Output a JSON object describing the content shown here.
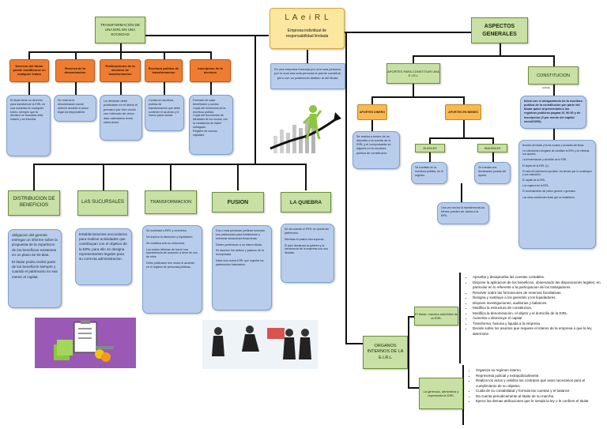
{
  "header": {
    "title": "L A e i R L",
    "subtitle": "Empresa individual de responsabilidad limitada",
    "definition": "Es una empresa formada por una sola persona, por lo cual una sola persona la puede constituir, pero con un patrimonio distinto al del titular."
  },
  "transformacion_top": {
    "title": "TRANSFORMACION DE UNA EIRL EN UNA SOCIEDAD",
    "items": [
      {
        "label": "Derecho del titular puede modificarse en cualquier tramo",
        "text": "El titular tiene un derecho para transformar la EIRL en una sociedad en cualquier tramo, siempre que la decision se formalice ante notario y se inscriba."
      },
      {
        "label": "Reserva de la denominacion",
        "text": "Se reserva la denominacion social anterior durante el plazo legal correspondiente."
      },
      {
        "label": "Publicaciones de la decision de transformacion",
        "text": "La decision debe publicarse en el diario el peruano por tres veces con intervalo de cinco dias calendario entre cada aviso."
      },
      {
        "label": "Escritura publica de transformacion",
        "text": "Consta en escritura publica de transformacion que debe contener el acuerdo y el nuevo pacto social."
      },
      {
        "label": "Inscripcion de la decision",
        "text": "Formado de cada beneficiario y socios.\nCopia del testimonio de la escritura publica.\nCopia del documento de identidad de los socios, con la constancia de haber sufragado.\nRegistro de nuevos capitales."
      }
    ]
  },
  "aspectos": {
    "title": "ASPECTOS GENERALES",
    "aportes_title": "APORTES PARA CONSTITUIR UNA E.I.R.L",
    "aportes_dinero": "APORTES DINERO",
    "aportes_dinero_text": "Se realiza a traves de un deposito a la cuenta de la EIRL y el comprobante se adjunta en la escritura publica de constitucion.",
    "aportes_bienes": "APORTES EN BIENES",
    "muebles": "MUEBLES",
    "muebles_text": "Se tramitan en la escritura publica, en el registro.",
    "inmuebles": "INMUEBLES",
    "inmuebles_text": "Se tramita una declaracion jurada del aporte.",
    "bienes_text": "Una vez hecha la transferencia los bienes pueden ser dados a la EIRL.",
    "constitucion": "CONSTITUCION",
    "constitucion_label": "Articulo",
    "constitucion_text": "Inicia con el otorgamiento de la escritura publica de la constitucion por parte del titular quien al presentarla a los registros publicos pagara S/. 90.00 y de inscripcion (3 por mente del capital social/1000).",
    "constitucion_items": [
      "Nombre del titular y fecha nombre y domicilio del titular.",
      "La voluntad del otorgante de constituir la EIRL y de efectuar sus aportes.",
      "La denominacion y domicilio de la EIRL.",
      "El objeto de la EIRL (1).",
      "El valor del patrimonio aportado, los bienes que lo constituyen y sus valoracion.",
      "El capital de la EIRL.",
      "Los organos de la EIRL.",
      "El nombramiento del primer gerente o gerentes.",
      "Las otras condiciones lictas que se establecen."
    ]
  },
  "sections": {
    "distribucion": {
      "title": "DISTRIBUCION DE BENEFICIOS",
      "text": [
        "obligacion del gerente entregar un informe sobre la propuesta de la reparticion de los beneficios existentes en un plazo de 60 dias.",
        "El titular podra recibir parte de los beneficios siempre y cuando el patrimonio no sea menor al capital."
      ]
    },
    "sucursales": {
      "title": "LAS SUCURSALES",
      "text": [
        "Establecimientos secundarios para realizar actividades que contribuyan con el objetivo de la EIRL para ello se designa representantes legales para su correcta administracion."
      ]
    },
    "transformacion": {
      "title": "TRANSFORMACION",
      "text": [
        "Se sociedad a EIRL y viceversa.",
        "No implica la disolucion y liquidacion.",
        "Se modifica solo su estructura.",
        "Los socios deberan de hacer una transferencia de acciones a favor de uno de ellos.",
        "Debe publicarse tres veces el acuerdo en el registro de personas juridicas."
      ]
    },
    "fusion": {
      "title": "FUSION",
      "text": [
        "Dos o mas personas juridicas fusionan sus patrimonios para fortalecerse y enfrentar situaciones financieras.",
        "Deben pertenecer a un mismo titular.",
        "Se asumen los activos y pasivos de la incorporada.",
        "Nace una nueva EIRL que registra los patrimonios fusionados."
      ]
    },
    "quiebra": {
      "title": "LA QUIEBRA",
      "text": [
        "Se da cuando el EIRL se queda sin patrimonio.",
        "Mientras el pasivo sea superior.",
        "El juez declarara la quiebra y la insolvencia de la empresa con sus deudas."
      ]
    }
  },
  "organos": {
    "title": "ORGANOS INTERNOS DE LA E.I.R.L",
    "titular_label": "El titular, maxima autoridad de la EIRL",
    "titular_items": [
      "Aprueba y desaprueba las cuentas contables.",
      "Dispone la aplicacion de los beneficios, observando las disposiciones legales; en particular en lo referente a la participacion de los trabajadores.",
      "Resolver sobre las formaciones de reservas facultativas.",
      "Designa y sustituye a los gerentes y los liquidadores.",
      "Dispone investigaciones, auditorias y balances.",
      "Modifica la estructura de constitucion.",
      "Modifica la denominacion, el objeto y el domicilio de la EIRL.",
      "Aumenta o disminuye el capital.",
      "Transforma, fusiona y liquida a la empresa.",
      "Decide sobre los asuntos que requiere el interes de la empresa o que la ley determine."
    ],
    "gerencia_label": "La gerencia, administra y representa la EIRL",
    "gerencia_items": [
      "Organiza su regimen interno.",
      "Representa judicial y extrajudicialmente.",
      "Realiza los actos y celebra los contratos que sean necesarios para el cumplimiento de su objetivo.",
      "Cuida de su contabilidad y formula las cuentas y el balance.",
      "Da cuenta periodicamente al titular de su marcha.",
      "Ejerce las demas atribuciones que le senala la ley o le confiere el titular."
    ]
  }
}
